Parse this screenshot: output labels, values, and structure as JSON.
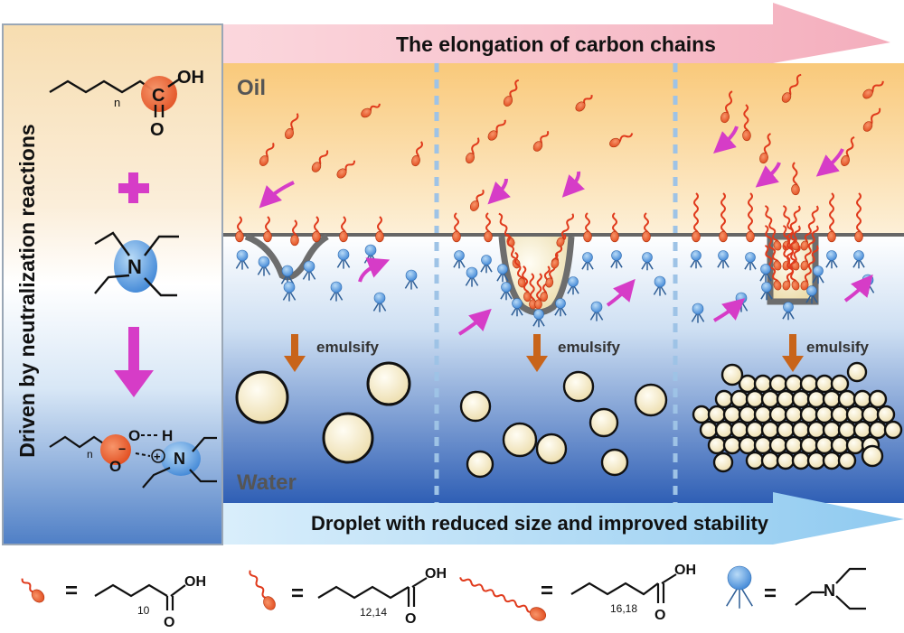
{
  "top_banner": {
    "title": "The elongation of carbon chains"
  },
  "bottom_banner": {
    "title": "Droplet with reduced size and improved stability"
  },
  "side_panel": {
    "vertical_label": "Driven by neutralization reactions"
  },
  "phases": {
    "oil": "Oil",
    "water": "Water"
  },
  "step_label": "emulsify",
  "chem": {
    "oh": "OH",
    "o": "O",
    "n_sub": "n",
    "c": "C",
    "n_atom": "N",
    "h": "H",
    "o_minus": "O",
    "minus": "−",
    "plus_charge": "+"
  },
  "legend": {
    "equals": "=",
    "c10": "10",
    "c12_14": "12,14",
    "c16_18": "16,18"
  },
  "colors": {
    "oil_top": "#f9c97a",
    "water_bottom": "#2f5fb5",
    "acid_tail": "#e03a1c",
    "acid_head": "#e8521d",
    "amine": "#4a90d9",
    "arrow_magenta": "#d63cc7",
    "arrow_brown": "#c8641a",
    "droplet": "#f8efcf",
    "banner_pink": "#f7c1cc",
    "banner_blue": "#9fd2f2"
  }
}
